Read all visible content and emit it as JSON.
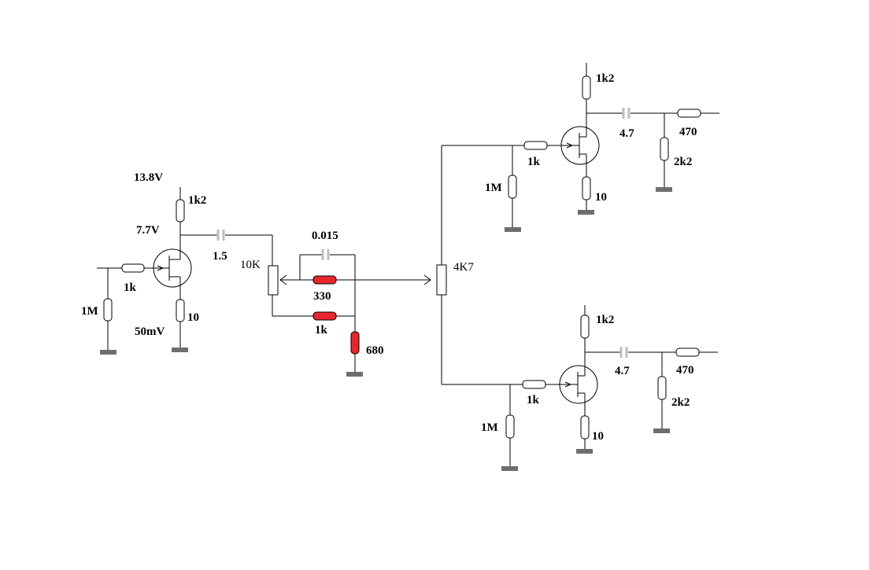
{
  "labels": {
    "supply_voltage": "13.8V",
    "q1_collector_voltage": "7.7V",
    "q1_emitter_voltage": "50mV",
    "q1_collector_res": "1k2",
    "q1_input_res": "1k",
    "q1_bias_res": "1M",
    "q1_emitter_res": "10",
    "coupling_cap_1": "1.5",
    "volume_pot": "10K",
    "tone_cap": "0.015",
    "tone_res_330": "330",
    "tone_res_1k": "1k",
    "tone_res_680": "680",
    "balance_pot": "4K7",
    "upper": {
      "collector_res": "1k2",
      "coupling_cap": "4.7",
      "output_res": "470",
      "load_res": "2k2",
      "input_res": "1k",
      "bias_res": "1M",
      "emitter_res": "10"
    },
    "lower": {
      "collector_res": "1k2",
      "coupling_cap": "4.7",
      "output_res": "470",
      "load_res": "2k2",
      "input_res": "1k",
      "bias_res": "1M",
      "emitter_res": "10"
    }
  },
  "colors": {
    "wire": "#000000",
    "highlight_resistor": "#e8262b",
    "capacitor": "#bdbdbd",
    "ground": "#6e6e6e"
  }
}
